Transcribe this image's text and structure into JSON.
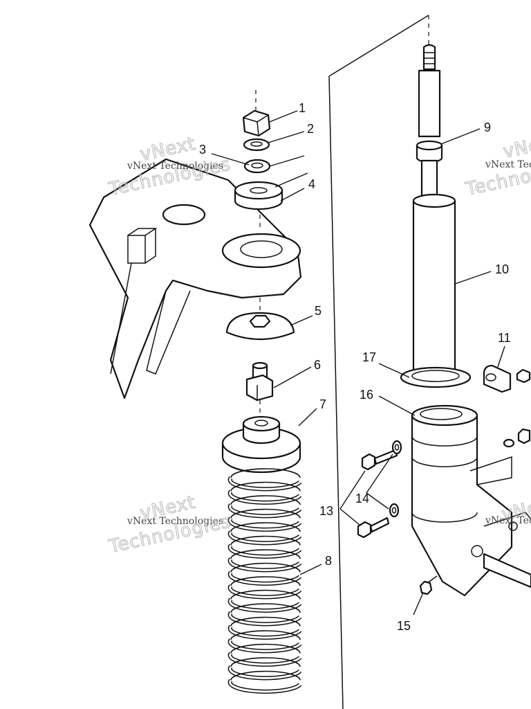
{
  "callouts": {
    "c1": "1",
    "c2": "2",
    "c3": "3",
    "c4": "4",
    "c5": "5",
    "c6": "6",
    "c7": "7",
    "c8": "8",
    "c9": "9",
    "c10": "10",
    "c11": "11",
    "c13": "13",
    "c14": "14",
    "c15": "15",
    "c16": "16",
    "c17": "17"
  },
  "watermark": {
    "line1": "vNext",
    "line2": "vNext Technologies",
    "line3": "Technologies"
  },
  "colors": {
    "ink": "#111111",
    "paper": "#ffffff",
    "watermark": "#bdbdbd"
  }
}
